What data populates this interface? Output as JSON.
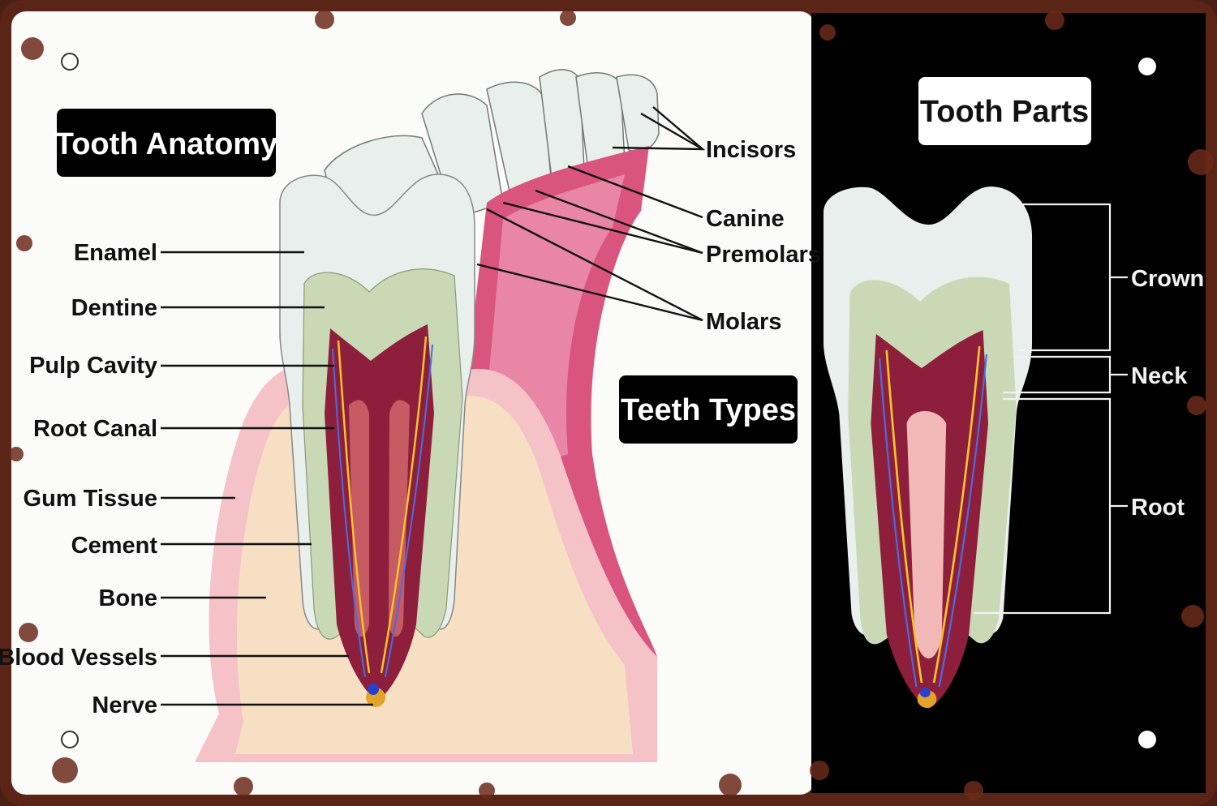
{
  "left_panel": {
    "title": "Tooth Anatomy",
    "labels": {
      "enamel": "Enamel",
      "dentine": "Dentine",
      "pulp_cavity": "Pulp Cavity",
      "root_canal": "Root Canal",
      "gum_tissue": "Gum Tissue",
      "cement": "Cement",
      "bone": "Bone",
      "blood_vessels": "Blood Vessels",
      "nerve": "Nerve"
    }
  },
  "types_panel": {
    "title": "Teeth Types",
    "labels": {
      "incisors": "Incisors",
      "canine": "Canine",
      "premolars": "Premolars",
      "molars": "Molars"
    }
  },
  "right_panel": {
    "title": "Tooth Parts",
    "labels": {
      "crown": "Crown",
      "neck": "Neck",
      "root": "Root"
    }
  },
  "colors": {
    "rust": "#6b2a1a",
    "enamel": "#e8efec",
    "dentine": "#c9d9b5",
    "pulp": "#8e1f3c",
    "gum": "#d9557f",
    "bone": "#f6dcc0",
    "panel_black": "#000000"
  }
}
